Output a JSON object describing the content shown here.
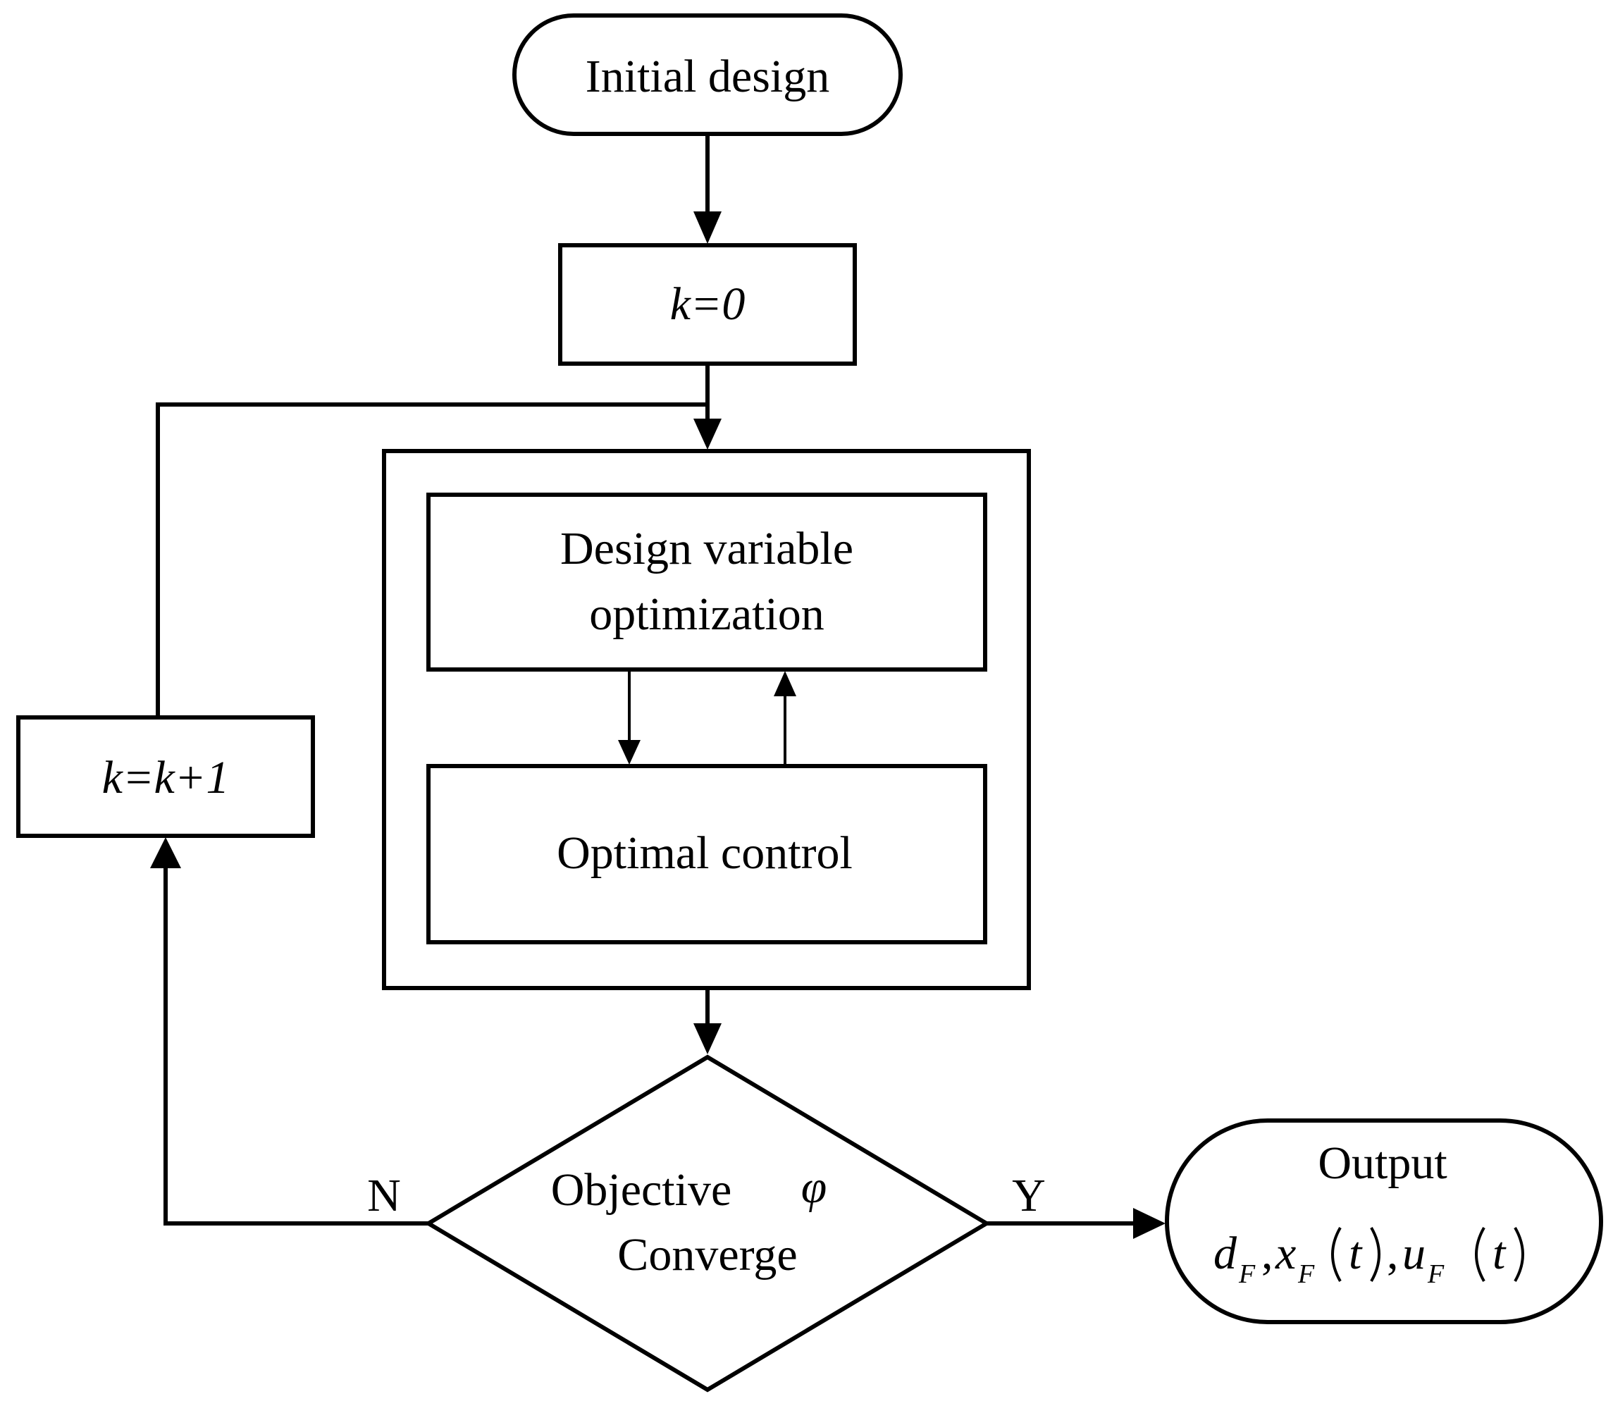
{
  "nodes": {
    "start": "Initial design",
    "init": "k=0",
    "inner_top_line1": "Design variable",
    "inner_top_line2": "optimization",
    "inner_bottom": "Optimal control",
    "increment": "k=k+1",
    "decision_line1": "Objective",
    "decision_symbol": "φ",
    "decision_line2": "Converge",
    "output_title": "Output"
  },
  "output_formula": {
    "d": "d",
    "x": "x",
    "u": "u",
    "sub": "F",
    "t": "t",
    "comma": ","
  },
  "branches": {
    "no": "N",
    "yes": "Y"
  }
}
